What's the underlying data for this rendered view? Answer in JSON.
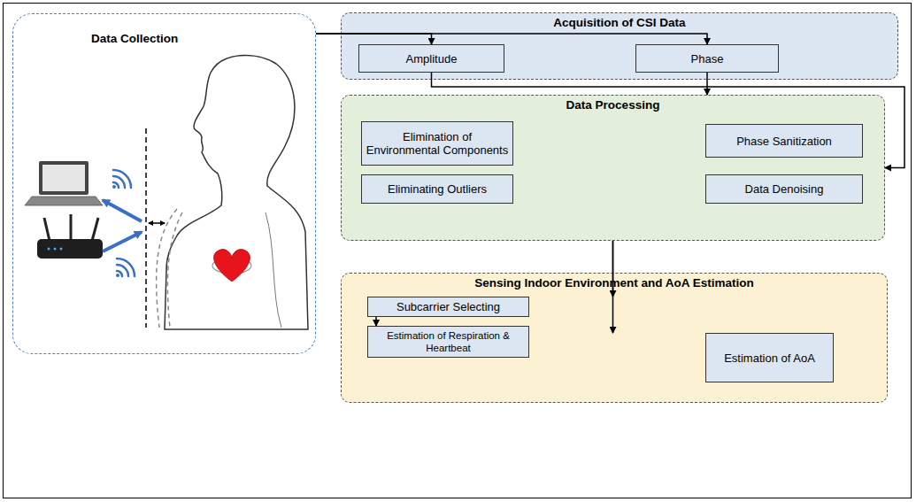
{
  "diagram": {
    "nodes": [
      {
        "text": [
          "Data Collection"
        ]
      },
      {
        "text": [
          "Acquisition of CSI Data"
        ]
      },
      {
        "text": [
          "Amplitude"
        ],
        "in": 1
      },
      {
        "text": [
          "Phase"
        ],
        "in": 1
      },
      {
        "text": [
          "Data Processing"
        ]
      },
      {
        "text": [
          "Elimination of Environmental Components"
        ],
        "in": 4
      },
      {
        "text": [
          "Phase Sanitization"
        ],
        "in": 4
      },
      {
        "text": [
          "Eliminating Outliers"
        ],
        "in": 4
      },
      {
        "text": [
          "Data Denoising"
        ],
        "in": 4
      },
      {
        "text": [
          "Sensing Indoor Environment and AoA Estimation"
        ]
      },
      {
        "text": [
          "Subcarrier Selecting"
        ],
        "in": 9
      },
      {
        "text": [
          "Estimation of Respiration & Heartbeat"
        ],
        "in": 9
      },
      {
        "text": [
          "Estimation of AoA"
        ],
        "in": 9
      }
    ],
    "edges": [
      {
        "from": 0,
        "to": 2,
        "arrow": "to"
      },
      {
        "from": 0,
        "to": 3,
        "arrow": "to"
      },
      {
        "from": 2,
        "to": 4,
        "arrow": "to"
      },
      {
        "from": 3,
        "to": 4,
        "arrow": "to"
      },
      {
        "from": 4,
        "to": 10,
        "arrow": "to"
      },
      {
        "from": 4,
        "to": 12,
        "arrow": "to"
      },
      {
        "from": 10,
        "to": 11,
        "arrow": "to"
      }
    ]
  }
}
